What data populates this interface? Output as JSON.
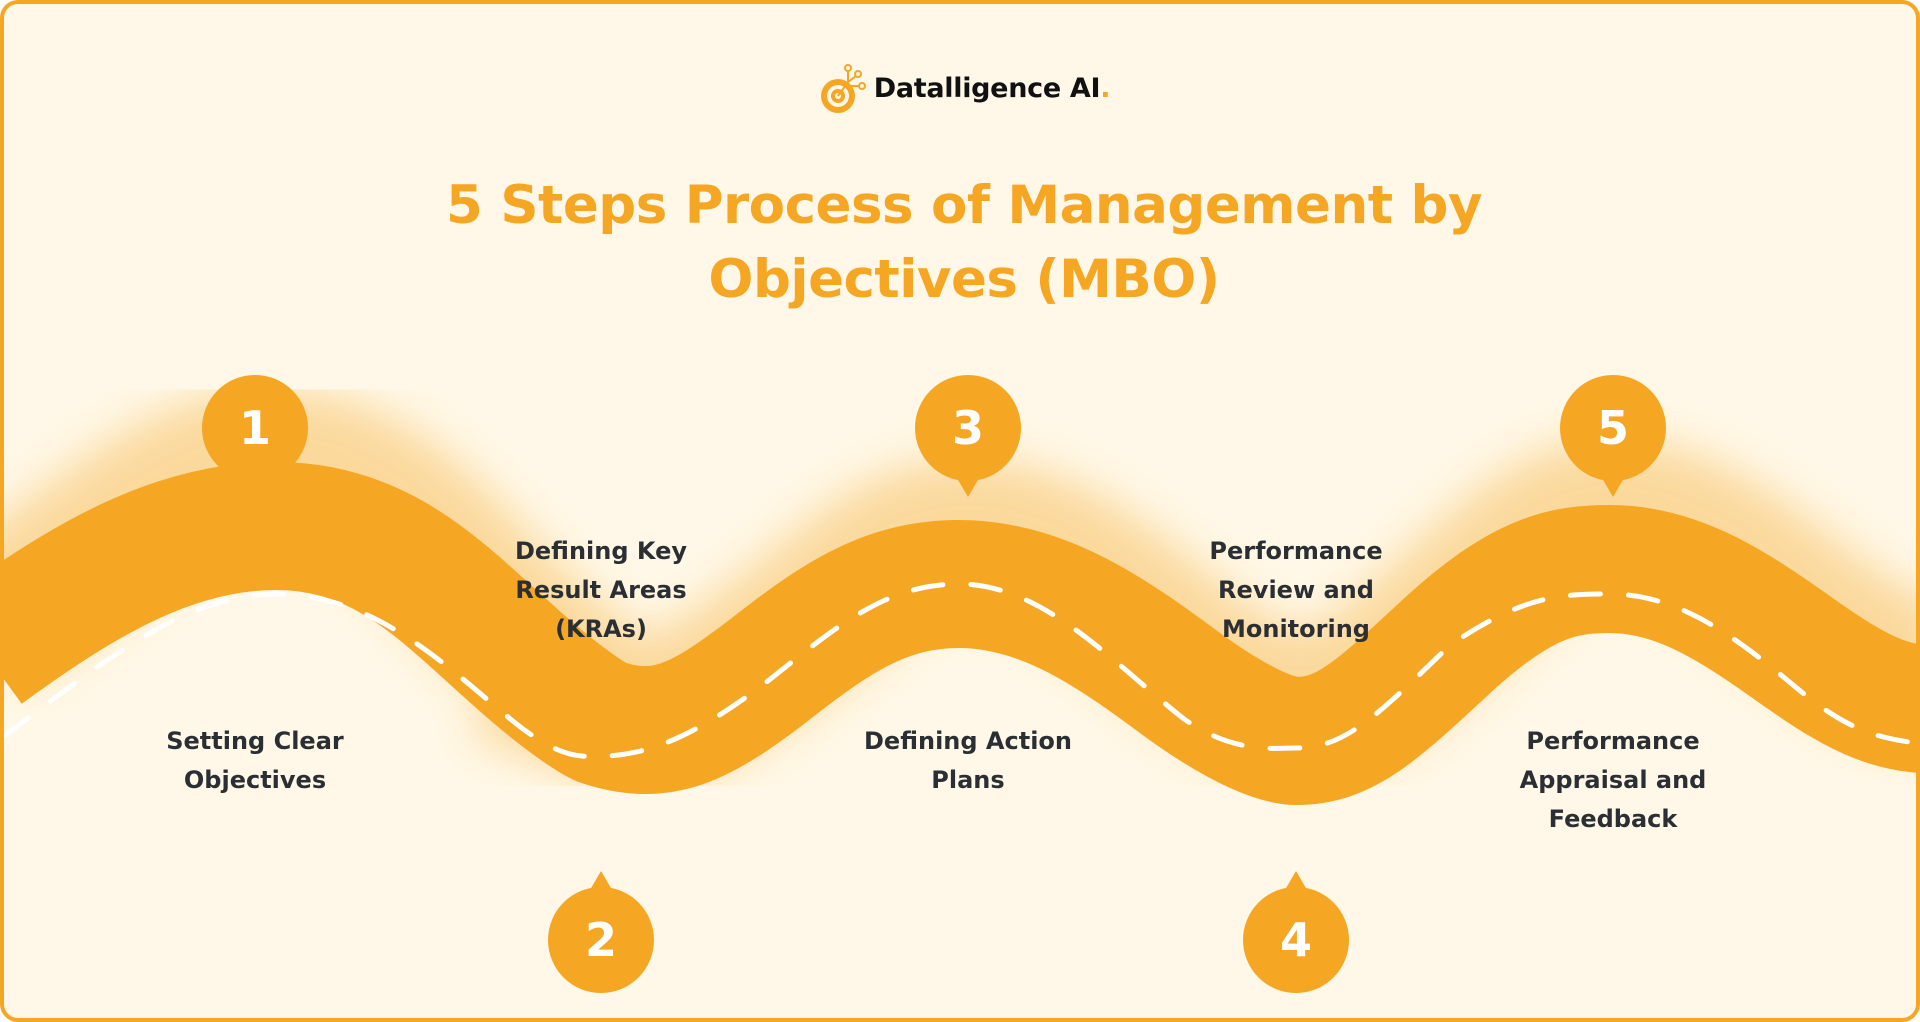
{
  "brand": {
    "name": "Datalligence AI",
    "dot": ".",
    "logo_icon": "target-circuit-icon",
    "accent_color": "#f5a623",
    "background_color": "#fff8e8",
    "text_color": "#2b2f33"
  },
  "title": {
    "line1": "5 Steps Process of  Management by",
    "line2": "Objectives (MBO)"
  },
  "steps": [
    {
      "number": "1",
      "label_lines": [
        "Setting Clear",
        "Objectives"
      ]
    },
    {
      "number": "2",
      "label_lines": [
        "Defining Key",
        "Result Areas",
        "(KRAs)"
      ]
    },
    {
      "number": "3",
      "label_lines": [
        "Defining Action",
        "Plans"
      ]
    },
    {
      "number": "4",
      "label_lines": [
        "Performance",
        "Review and",
        "Monitoring"
      ]
    },
    {
      "number": "5",
      "label_lines": [
        "Performance",
        "Appraisal and",
        "Feedback"
      ]
    }
  ]
}
